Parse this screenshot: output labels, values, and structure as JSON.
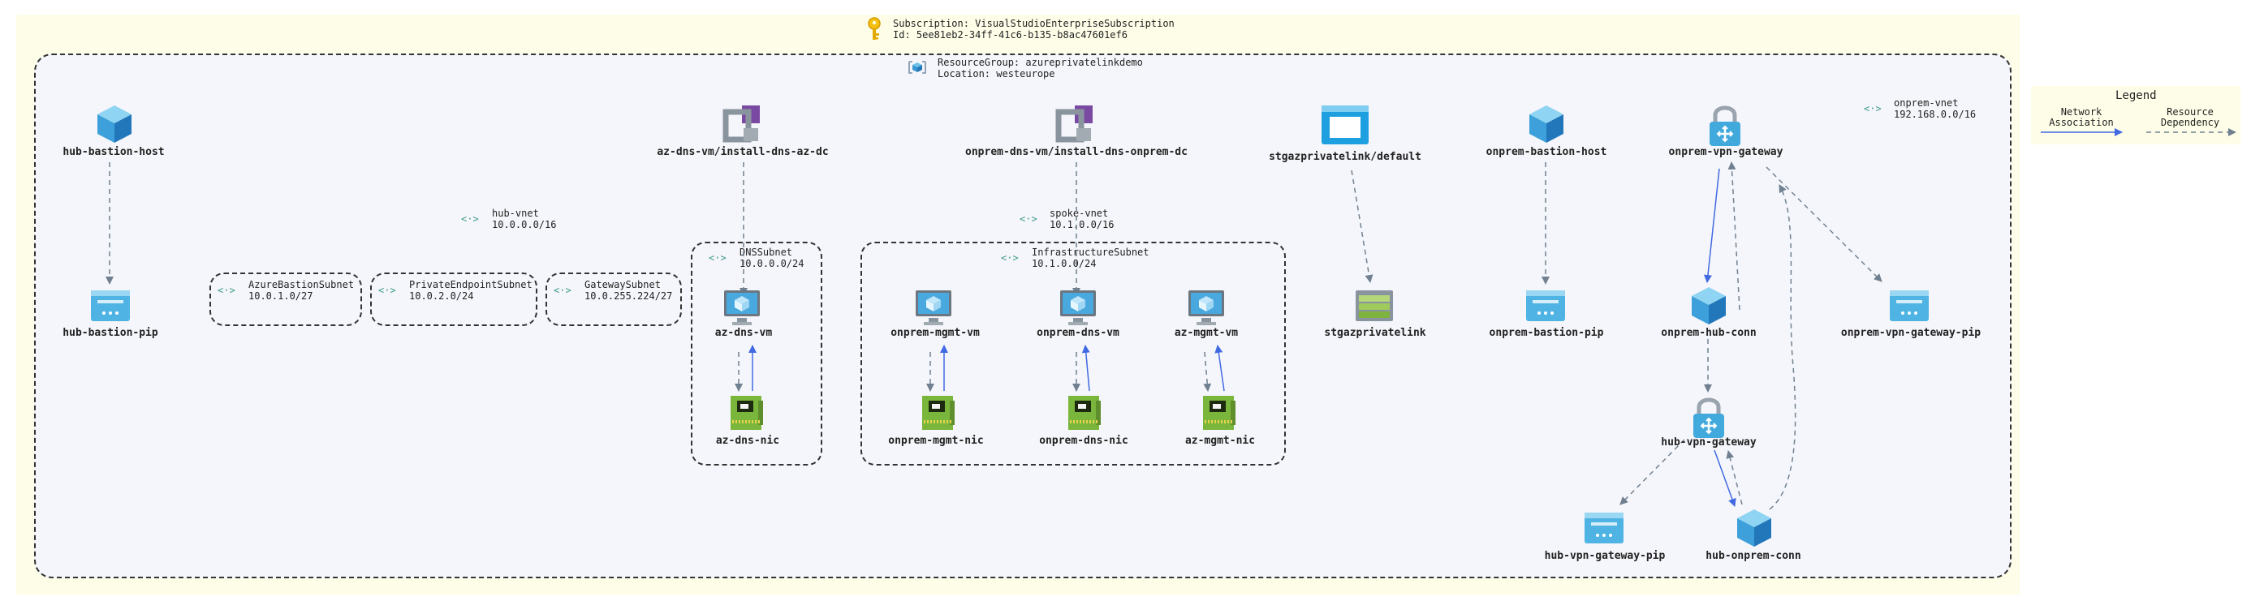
{
  "subscription": {
    "title": "Subscription: VisualStudioEnterpriseSubscription",
    "id": "Id: 5ee81eb2-34ff-41c6-b135-b8ac47601ef6",
    "icon": "key-icon"
  },
  "resource_group": {
    "title": "ResourceGroup: azureprivatelinkdemo",
    "location": "Location: westeurope",
    "icon": "resource-group-icon"
  },
  "vnets": {
    "hub": {
      "name": "hub-vnet",
      "cidr": "10.0.0.0/16"
    },
    "spoke": {
      "name": "spoke-vnet",
      "cidr": "10.1.0.0/16"
    },
    "onprem": {
      "name": "onprem-vnet",
      "cidr": "192.168.0.0/16"
    }
  },
  "subnets": {
    "bastion": {
      "name": "AzureBastionSubnet",
      "cidr": "10.0.1.0/27"
    },
    "private_endpoint": {
      "name": "PrivateEndpointSubnet",
      "cidr": "10.0.2.0/24"
    },
    "gateway": {
      "name": "GatewaySubnet",
      "cidr": "10.0.255.224/27"
    },
    "dns": {
      "name": "DNSSubnet",
      "cidr": "10.0.0.0/24"
    },
    "infrastructure": {
      "name": "InfrastructureSubnet",
      "cidr": "10.1.0.0/24"
    }
  },
  "nodes": {
    "hub_bastion_host": "hub-bastion-host",
    "hub_bastion_pip": "hub-bastion-pip",
    "az_dns_install": "az-dns-vm/install-dns-az-dc",
    "onprem_dns_install": "onprem-dns-vm/install-dns-onprem-dc",
    "storage_default": "stgazprivatelink/default",
    "storage": "stgazprivatelink",
    "onprem_bastion_host": "onprem-bastion-host",
    "onprem_bastion_pip": "onprem-bastion-pip",
    "onprem_vpn_gateway": "onprem-vpn-gateway",
    "onprem_vpn_gateway_pip": "onprem-vpn-gateway-pip",
    "onprem_hub_conn": "onprem-hub-conn",
    "hub_vpn_gateway": "hub-vpn-gateway",
    "hub_vpn_gateway_pip": "hub-vpn-gateway-pip",
    "hub_onprem_conn": "hub-onprem-conn",
    "az_dns_vm": "az-dns-vm",
    "az_dns_nic": "az-dns-nic",
    "onprem_mgmt_vm": "onprem-mgmt-vm",
    "onprem_mgmt_nic": "onprem-mgmt-nic",
    "onprem_dns_vm": "onprem-dns-vm",
    "onprem_dns_nic": "onprem-dns-nic",
    "az_mgmt_vm": "az-mgmt-vm",
    "az_mgmt_nic": "az-mgmt-nic"
  },
  "legend": {
    "title": "Legend",
    "network_line1": "Network",
    "network_line2": "Association",
    "resource_line1": "Resource",
    "resource_line2": "Dependency"
  },
  "colors": {
    "network_edge": "#4169e1",
    "dependency_edge": "#708090",
    "subscription_bg": "#fefee8",
    "resource_group_bg": "#f5f6fb"
  }
}
